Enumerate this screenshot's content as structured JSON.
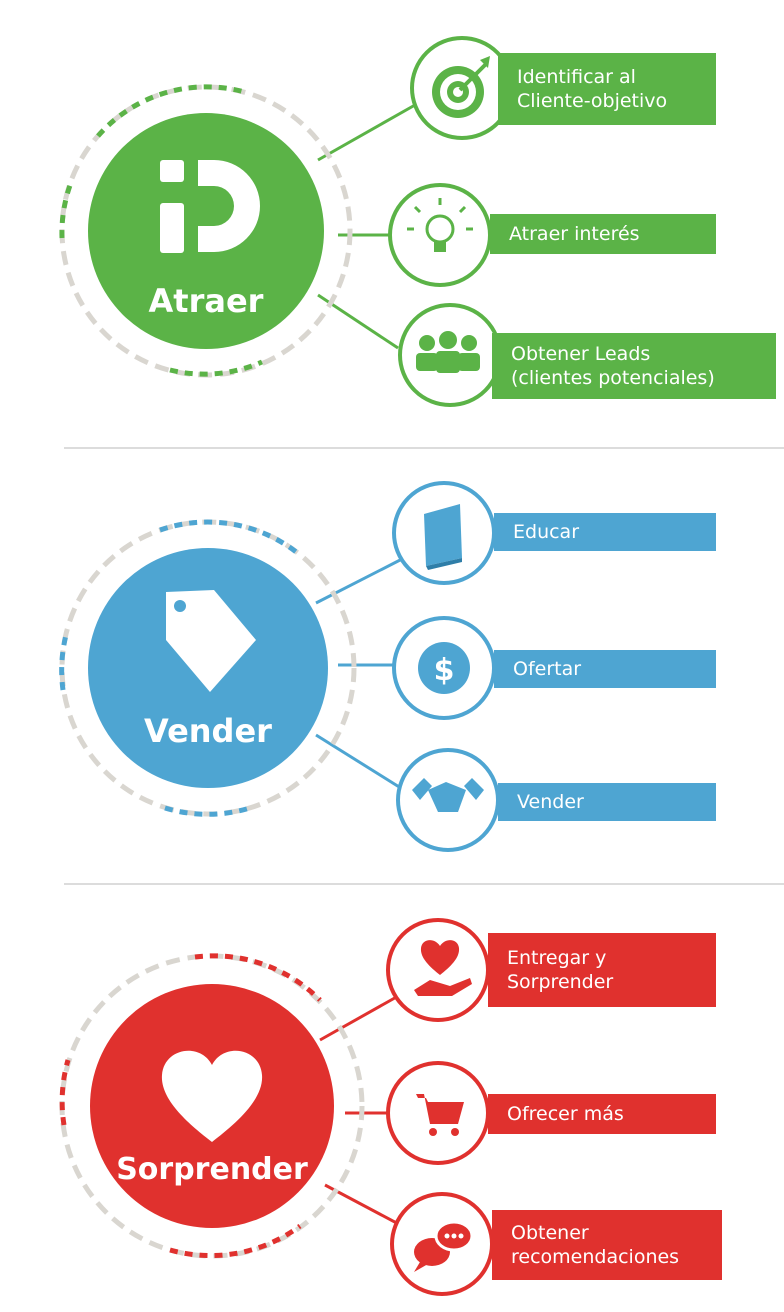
{
  "colors": {
    "green": "#5bb347",
    "blue": "#4ea5d2",
    "red": "#e0312e",
    "divider": "#dcdcdc",
    "ring_gray": "#d9d6d0"
  },
  "sections": [
    {
      "id": "atraer",
      "title": "Atraer",
      "hub_icon": "magnet-icon",
      "items": [
        {
          "icon": "target-icon",
          "label": "Identificar al\nCliente-objetivo"
        },
        {
          "icon": "lightbulb-icon",
          "label": "Atraer interés"
        },
        {
          "icon": "people-icon",
          "label": "Obtener Leads\n(clientes potenciales)"
        }
      ]
    },
    {
      "id": "vender",
      "title": "Vender",
      "hub_icon": "price-tag-icon",
      "items": [
        {
          "icon": "book-icon",
          "label": "Educar"
        },
        {
          "icon": "dollar-badge-icon",
          "label": "Ofertar"
        },
        {
          "icon": "handshake-icon",
          "label": "Vender"
        }
      ]
    },
    {
      "id": "sorprender",
      "title": "Sorprender",
      "hub_icon": "heart-icon",
      "items": [
        {
          "icon": "heart-hand-icon",
          "label": "Entregar y\nSorprender"
        },
        {
          "icon": "shopping-cart-icon",
          "label": "Ofrecer más"
        },
        {
          "icon": "chat-bubbles-icon",
          "label": "Obtener\nrecomendaciones"
        }
      ]
    }
  ]
}
